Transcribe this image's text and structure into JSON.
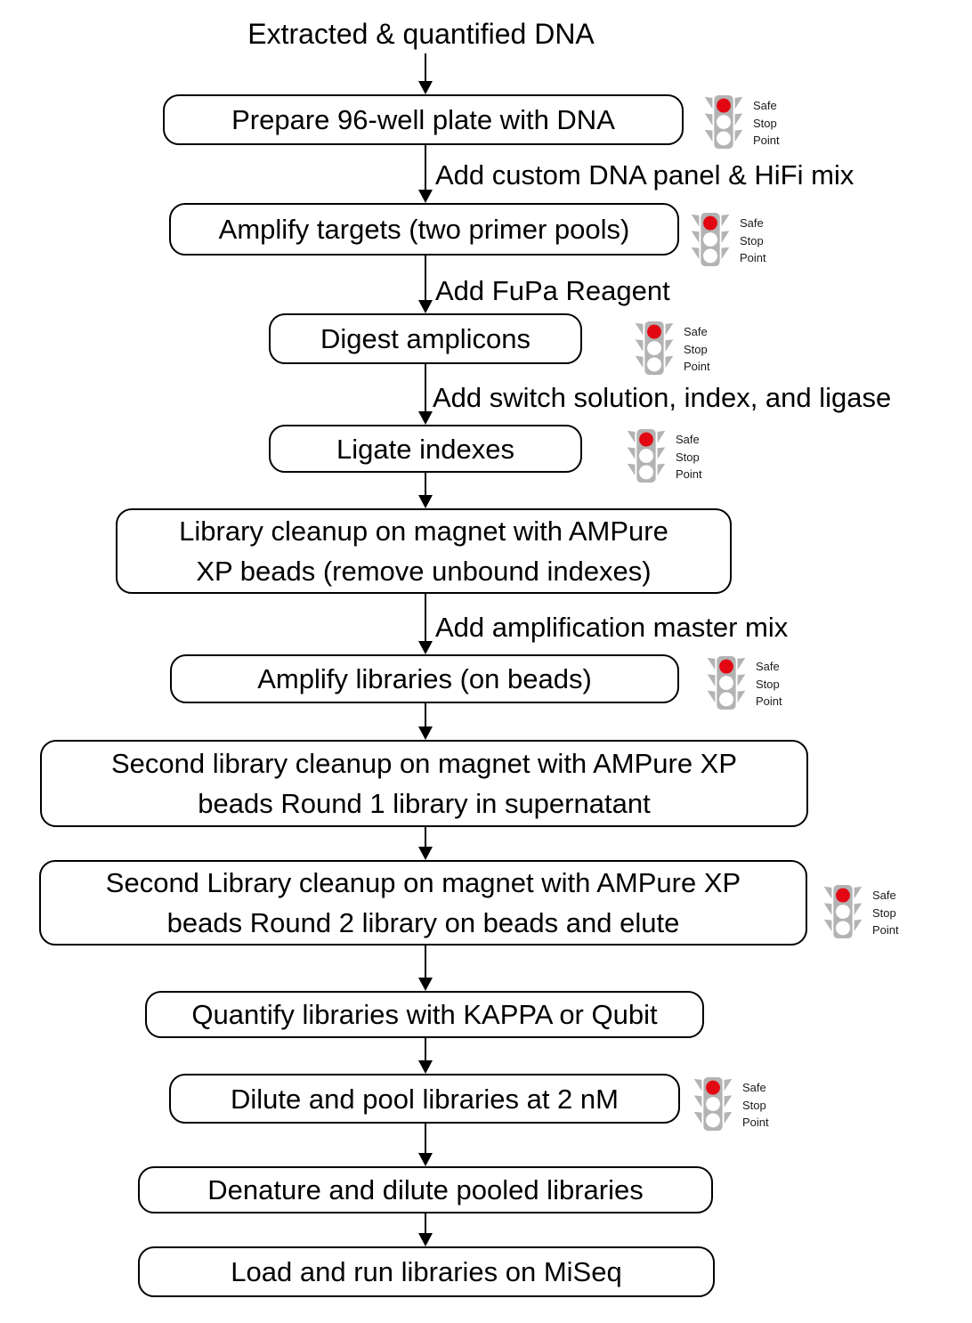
{
  "title": "Extracted & quantified DNA",
  "steps": [
    {
      "label": "Prepare 96-well plate with DNA",
      "safe_stop_point": true
    },
    {
      "label": "Amplify targets (two primer pools)",
      "safe_stop_point": true
    },
    {
      "label": "Digest amplicons",
      "safe_stop_point": true
    },
    {
      "label": "Ligate indexes",
      "safe_stop_point": true
    },
    {
      "label": "Library cleanup on magnet with AMPure\nXP beads (remove unbound indexes)",
      "safe_stop_point": false
    },
    {
      "label": "Amplify libraries (on beads)",
      "safe_stop_point": true
    },
    {
      "label": "Second library cleanup on magnet with AMPure XP\nbeads Round 1 library in supernatant",
      "safe_stop_point": false
    },
    {
      "label": "Second Library cleanup on magnet with AMPure XP\nbeads Round 2 library on beads and elute",
      "safe_stop_point": true
    },
    {
      "label": "Quantify libraries with KAPPA or Qubit",
      "safe_stop_point": false
    },
    {
      "label": "Dilute and pool libraries at 2 nM",
      "safe_stop_point": true
    },
    {
      "label": "Denature and dilute pooled libraries",
      "safe_stop_point": false
    },
    {
      "label": "Load and run libraries on MiSeq",
      "safe_stop_point": false
    }
  ],
  "arrow_labels": [
    "Add custom DNA panel & HiFi mix",
    "Add FuPa Reagent",
    "Add switch solution, index, and ligase",
    "Add amplification master mix"
  ],
  "safe_stop_point": {
    "lines": [
      "Safe",
      "Stop",
      "Point"
    ]
  },
  "colors": {
    "traffic_light_red": "#e30613",
    "traffic_light_gray": "#b3b3b3",
    "line_and_border": "#000000",
    "box_background": "#ffffff",
    "background": "#ffffff"
  }
}
